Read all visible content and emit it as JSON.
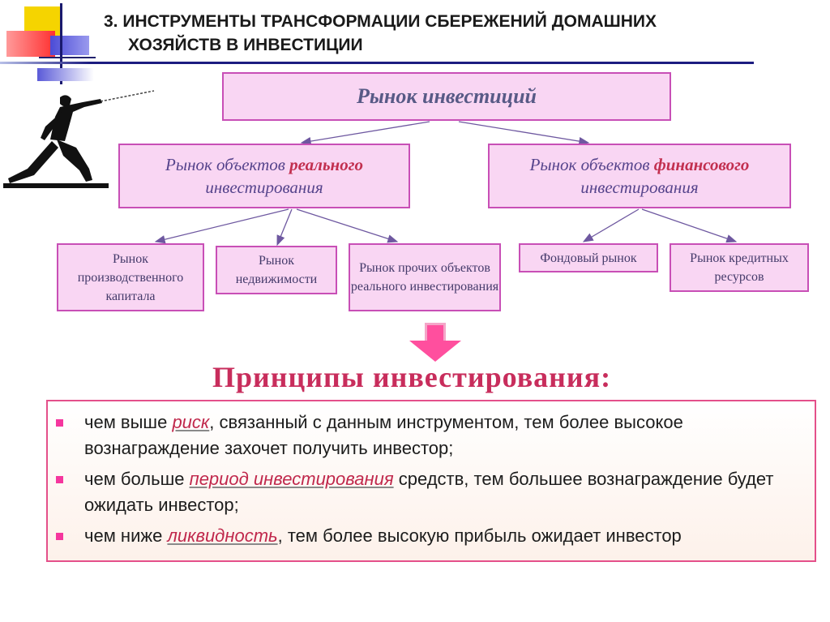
{
  "title": {
    "line1": "3. ИНСТРУМЕНТЫ ТРАНСФОРМАЦИИ СБЕРЕЖЕНИЙ ДОМАШНИХ",
    "line2": "ХОЗЯЙСТВ В ИНВЕСТИЦИИ"
  },
  "diagram": {
    "root": "Рынок инвестиций",
    "real": {
      "pre": "Рынок объектов ",
      "highlight": "реального",
      "post": "инвестирования",
      "children": [
        "Рынок производственного капитала",
        "Рынок недвижимости",
        "Рынок прочих объектов реального инвестирования"
      ]
    },
    "financial": {
      "pre": "Рынок объектов ",
      "highlight": "финансового",
      "post": "инвестирования",
      "children": [
        "Фондовый рынок",
        "Рынок кредитных ресурсов"
      ]
    }
  },
  "principles": {
    "title": "Принципы инвестирования:",
    "items": [
      {
        "pre": "чем выше ",
        "em": "риск",
        "post": ", связанный с данным инструментом, тем более высокое вознаграждение захочет получить инвестор;"
      },
      {
        "pre": "чем больше ",
        "em": "период инвестирования",
        "post": " средств, тем большее вознаграждение будет ожидать инвестор;"
      },
      {
        "pre": "чем ниже ",
        "em": "ликвидность",
        "post": ", тем более высокую прибыль ожидает инвестор"
      }
    ]
  },
  "colors": {
    "box_fill": "#f9d6f3",
    "box_border": "#c84fb6",
    "accent_pink": "#e4508a",
    "highlight_red": "#c22f4f"
  }
}
